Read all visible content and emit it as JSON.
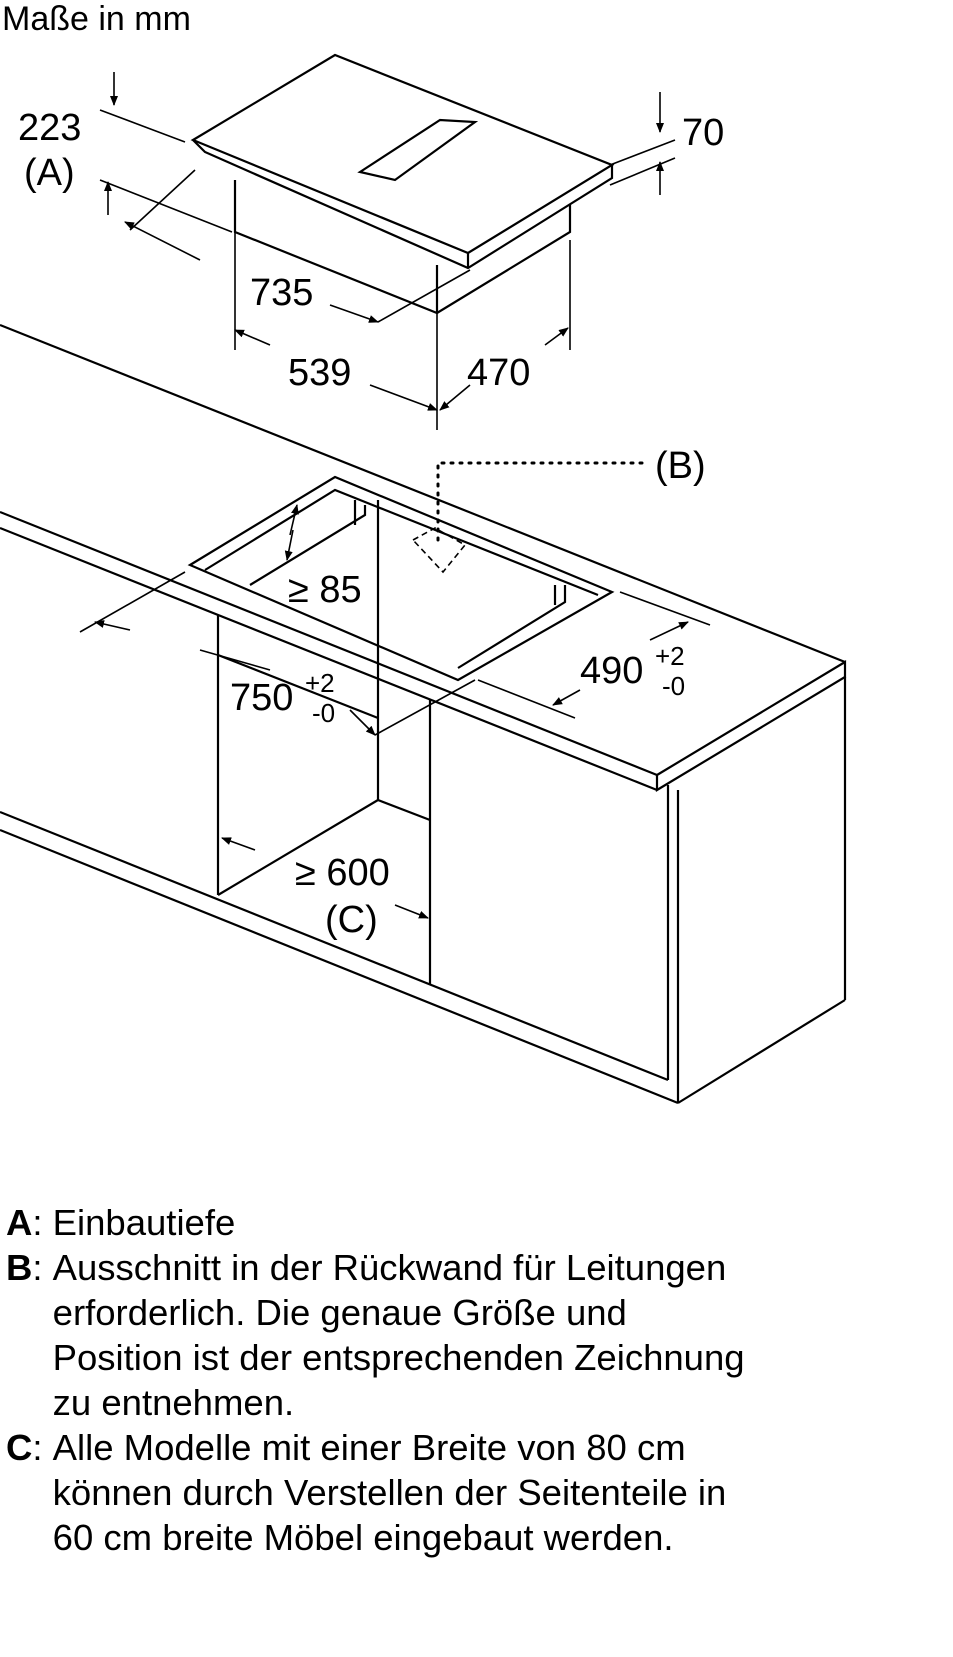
{
  "title": "Maße in mm",
  "dimensions": {
    "depth_a_value": "223",
    "depth_a_label": "(A)",
    "height": "70",
    "width": "735",
    "body_width": "539",
    "body_depth": "470",
    "cutout_b_label": "(B)",
    "min_depth_85": "≥ 85",
    "cutout_width": "750",
    "cutout_width_tol_plus": "+2",
    "cutout_width_tol_minus": "-0",
    "cutout_depth": "490",
    "cutout_depth_tol_plus": "+2",
    "cutout_depth_tol_minus": "-0",
    "cabinet_min_width": "≥ 600",
    "cabinet_c_label": "(C)"
  },
  "legend": [
    {
      "key": "A",
      "text": "Einbautiefe"
    },
    {
      "key": "B",
      "text": "Ausschnitt in der Rückwand für Leitungen\nerforderlich. Die genaue Größe und\nPosition ist der entsprechenden Zeichnung\nzu entnehmen."
    },
    {
      "key": "C",
      "text": "Alle Modelle mit einer Breite von 80 cm\nkönnen durch Verstellen der Seitenteile in\n60 cm breite Möbel eingebaut werden."
    }
  ]
}
